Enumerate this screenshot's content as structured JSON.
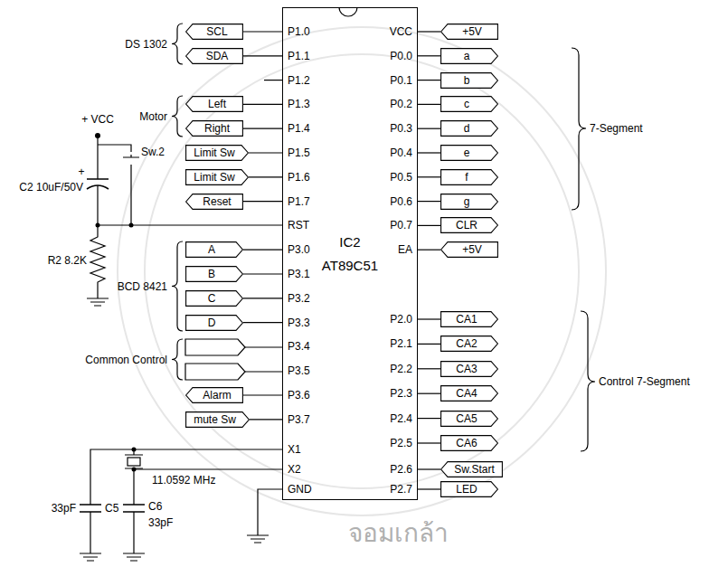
{
  "diagram": {
    "nodes": [
      {
        "text": [
          "IC2",
          "AT89C51"
        ]
      },
      {
        "text": [
          "SCL"
        ]
      },
      {
        "text": [
          "SDA"
        ]
      },
      {
        "text": [
          "Left"
        ]
      },
      {
        "text": [
          "Right"
        ]
      },
      {
        "text": [
          "Limit Sw"
        ]
      },
      {
        "text": [
          "Limit Sw"
        ]
      },
      {
        "text": [
          "Reset"
        ]
      },
      {
        "text": [
          "A"
        ]
      },
      {
        "text": [
          "B"
        ]
      },
      {
        "text": [
          "C"
        ]
      },
      {
        "text": [
          "D"
        ]
      },
      {
        "text": [
          "Alarm"
        ]
      },
      {
        "text": [
          "mute Sw"
        ]
      },
      {
        "text": [
          "+5V"
        ]
      },
      {
        "text": [
          "a"
        ]
      },
      {
        "text": [
          "b"
        ]
      },
      {
        "text": [
          "c"
        ]
      },
      {
        "text": [
          "d"
        ]
      },
      {
        "text": [
          "e"
        ]
      },
      {
        "text": [
          "f"
        ]
      },
      {
        "text": [
          "g"
        ]
      },
      {
        "text": [
          "CLR"
        ]
      },
      {
        "text": [
          "+5V"
        ]
      },
      {
        "text": [
          "CA1"
        ]
      },
      {
        "text": [
          "CA2"
        ]
      },
      {
        "text": [
          "CA3"
        ]
      },
      {
        "text": [
          "CA4"
        ]
      },
      {
        "text": [
          "CA5"
        ]
      },
      {
        "text": [
          "CA6"
        ]
      },
      {
        "text": [
          "Sw.Start"
        ]
      },
      {
        "text": [
          "LED"
        ]
      }
    ],
    "edges": [
      {
        "from": 1,
        "to": 0,
        "arrow": "none"
      },
      {
        "from": 2,
        "to": 0,
        "arrow": "none"
      },
      {
        "from": 3,
        "to": 0,
        "arrow": "none"
      },
      {
        "from": 4,
        "to": 0,
        "arrow": "none"
      },
      {
        "from": 5,
        "to": 0,
        "arrow": "none"
      },
      {
        "from": 6,
        "to": 0,
        "arrow": "none"
      },
      {
        "from": 7,
        "to": 0,
        "arrow": "none"
      },
      {
        "from": 8,
        "to": 0,
        "arrow": "none"
      },
      {
        "from": 9,
        "to": 0,
        "arrow": "none"
      },
      {
        "from": 10,
        "to": 0,
        "arrow": "none"
      },
      {
        "from": 11,
        "to": 0,
        "arrow": "none"
      },
      {
        "from": 12,
        "to": 0,
        "arrow": "none"
      },
      {
        "from": 13,
        "to": 0,
        "arrow": "none"
      },
      {
        "from": 14,
        "to": 0,
        "arrow": "none"
      },
      {
        "from": 15,
        "to": 0,
        "arrow": "none"
      },
      {
        "from": 16,
        "to": 0,
        "arrow": "none"
      },
      {
        "from": 17,
        "to": 0,
        "arrow": "none"
      },
      {
        "from": 18,
        "to": 0,
        "arrow": "none"
      },
      {
        "from": 19,
        "to": 0,
        "arrow": "none"
      },
      {
        "from": 20,
        "to": 0,
        "arrow": "none"
      },
      {
        "from": 21,
        "to": 0,
        "arrow": "none"
      },
      {
        "from": 22,
        "to": 0,
        "arrow": "none"
      },
      {
        "from": 23,
        "to": 0,
        "arrow": "none"
      },
      {
        "from": 24,
        "to": 0,
        "arrow": "none"
      },
      {
        "from": 25,
        "to": 0,
        "arrow": "none"
      },
      {
        "from": 26,
        "to": 0,
        "arrow": "none"
      },
      {
        "from": 27,
        "to": 0,
        "arrow": "none"
      },
      {
        "from": 28,
        "to": 0,
        "arrow": "none"
      },
      {
        "from": 29,
        "to": 0,
        "arrow": "none"
      },
      {
        "from": 30,
        "to": 0,
        "arrow": "none"
      },
      {
        "from": 31,
        "to": 0,
        "arrow": "none"
      }
    ],
    "labels": [
      "P1.0",
      "P1.1",
      "P1.2",
      "P1.3",
      "P1.4",
      "P1.5",
      "P1.6",
      "P1.7",
      "RST",
      "P3.0",
      "P3.1",
      "P3.2",
      "P3.3",
      "P3.4",
      "P3.5",
      "P3.6",
      "P3.7",
      "X1",
      "X2",
      "GND",
      "VCC",
      "P0.0",
      "P0.1",
      "P0.2",
      "P0.3",
      "P0.4",
      "P0.5",
      "P0.6",
      "P0.7",
      "EA",
      "P2.0",
      "P2.1",
      "P2.2",
      "P2.3",
      "P2.4",
      "P2.5",
      "P2.6",
      "P2.7",
      "DS 1302",
      "Motor",
      "+ VCC",
      "Sw.2",
      "+",
      "C2 10uF/50V",
      "R2 8.2K",
      "BCD 8421",
      "Common Control",
      "11.0592 MHz",
      "33pF",
      "C5",
      "C6",
      "33pF",
      "7-Segment",
      "Control 7-Segment",
      "จอมเกล้า"
    ]
  }
}
